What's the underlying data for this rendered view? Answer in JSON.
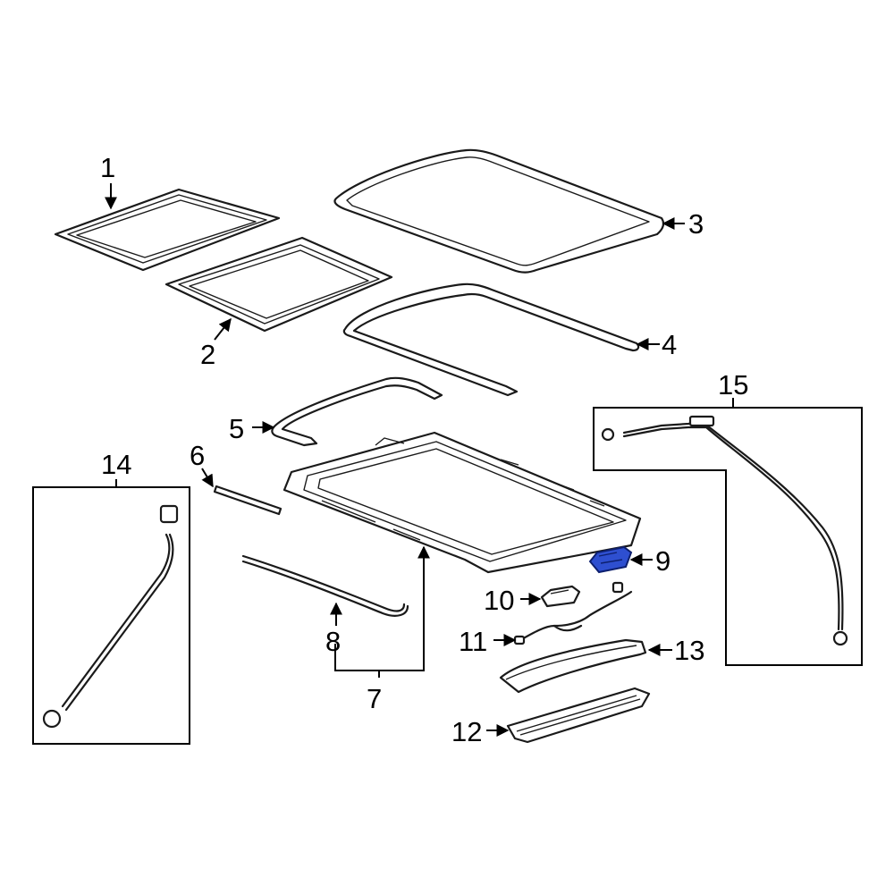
{
  "diagram": {
    "callouts": {
      "c1": "1",
      "c2": "2",
      "c3": "3",
      "c4": "4",
      "c5": "5",
      "c6": "6",
      "c7": "7",
      "c8": "8",
      "c9": "9",
      "c10": "10",
      "c11": "11",
      "c12": "12",
      "c13": "13",
      "c14": "14",
      "c15": "15"
    },
    "highlight_color": "#2e4fd0",
    "highlighted_part": "9"
  }
}
